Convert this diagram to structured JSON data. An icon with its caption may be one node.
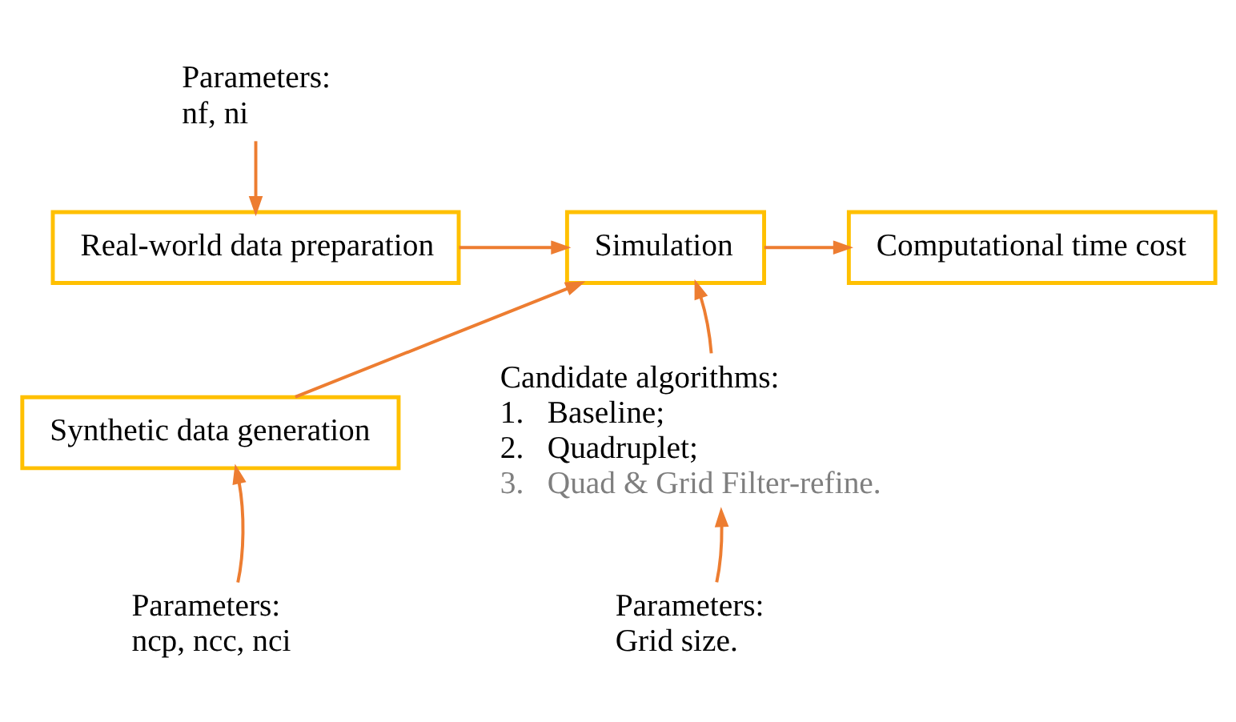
{
  "diagram": {
    "nodes": [
      {
        "text": [
          "Parameters:",
          "nf, ni"
        ]
      },
      {
        "text": [
          "Real-world data preparation"
        ]
      },
      {
        "text": [
          "Synthetic data generation"
        ]
      },
      {
        "text": [
          "Simulation"
        ]
      },
      {
        "text": [
          "Computational time cost"
        ]
      },
      {
        "text": [
          "Candidate algorithms:",
          "1.   Baseline;",
          "2.   Quadruplet;",
          "3.   Quad & Grid Filter-refine."
        ]
      },
      {
        "text": [
          "Parameters:",
          "ncp, ncc, nci"
        ]
      },
      {
        "text": [
          "Parameters:",
          "Grid size."
        ]
      }
    ],
    "edges": [
      {
        "from": 0,
        "to": 1,
        "arrow": "to"
      },
      {
        "from": 1,
        "to": 3,
        "arrow": "to"
      },
      {
        "from": 2,
        "to": 3,
        "arrow": "to"
      },
      {
        "from": 3,
        "to": 4,
        "arrow": "to"
      },
      {
        "from": 5,
        "to": 3,
        "arrow": "to"
      },
      {
        "from": 6,
        "to": 2,
        "arrow": "to"
      },
      {
        "from": 7,
        "to": 5,
        "arrow": "to"
      }
    ]
  }
}
